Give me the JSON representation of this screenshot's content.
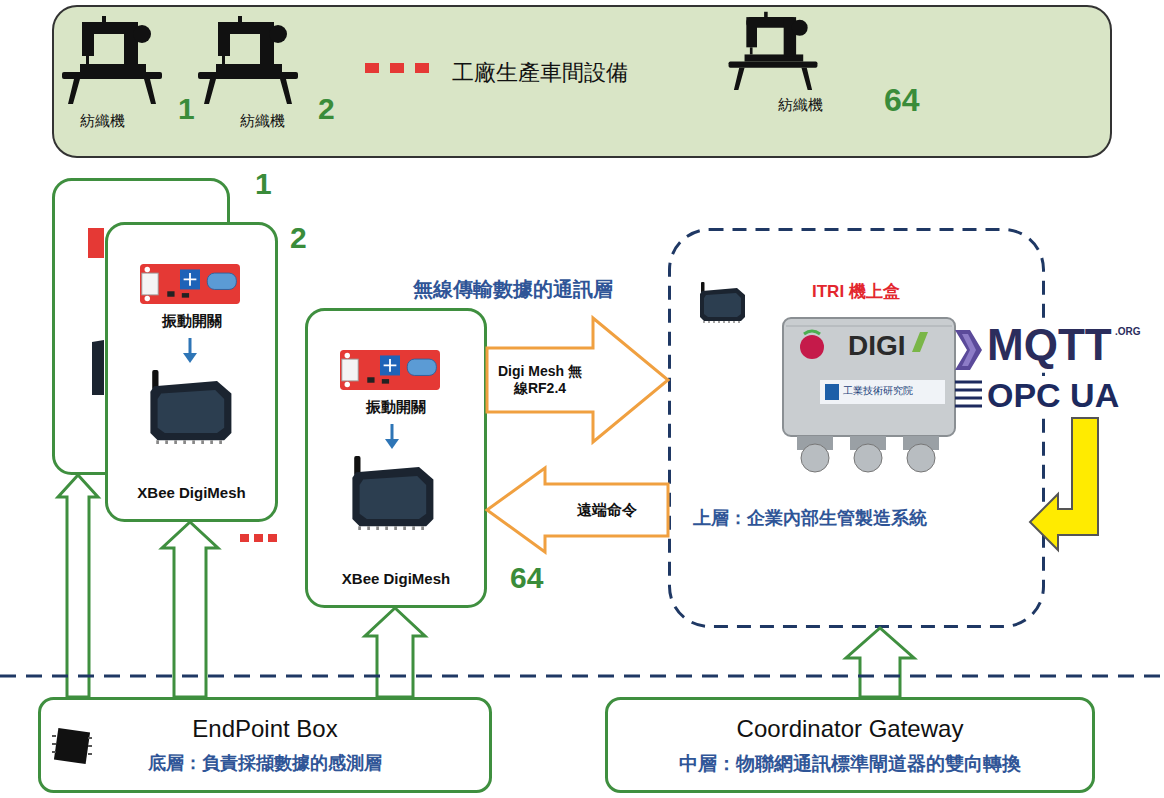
{
  "diagram": {
    "nodes": [
      {
        "text": [
          "工廠生產車間設備"
        ]
      },
      {
        "text": [
          "1"
        ]
      },
      {
        "text": [
          "2",
          "振動開關",
          "XBee DigiMesh"
        ]
      },
      {
        "text": [
          "振動開關",
          "XBee DigiMesh",
          "64"
        ]
      },
      {
        "text": [
          "ITRI 機上盒",
          "上層：企業內部生管製造系統"
        ]
      },
      {
        "text": [
          "EndPoint Box",
          "底層：負責採擷數據的感測層"
        ]
      },
      {
        "text": [
          "Coordinator Gateway",
          "中層：物聯網通訊標準閘道器的雙向轉換"
        ]
      }
    ],
    "edges": [
      {
        "from": 3,
        "to": 4,
        "label": "Digi Mesh 無線RF2.4",
        "arrow": "to"
      },
      {
        "from": 4,
        "to": 3,
        "label": "遠端命令",
        "arrow": "to"
      },
      {
        "from": 5,
        "to": 1,
        "arrow": "to"
      },
      {
        "from": 5,
        "to": 2,
        "arrow": "to"
      },
      {
        "from": 5,
        "to": 3,
        "arrow": "to"
      },
      {
        "from": 6,
        "to": 4,
        "arrow": "to"
      }
    ],
    "labels": [
      "紡織機",
      "1",
      "紡織機",
      "2",
      "紡織機",
      "64",
      "無線傳輸數據的通訊層",
      "DIGI",
      "工業技術研究院",
      "MQTT",
      ".ORG",
      "OPC UA"
    ]
  }
}
